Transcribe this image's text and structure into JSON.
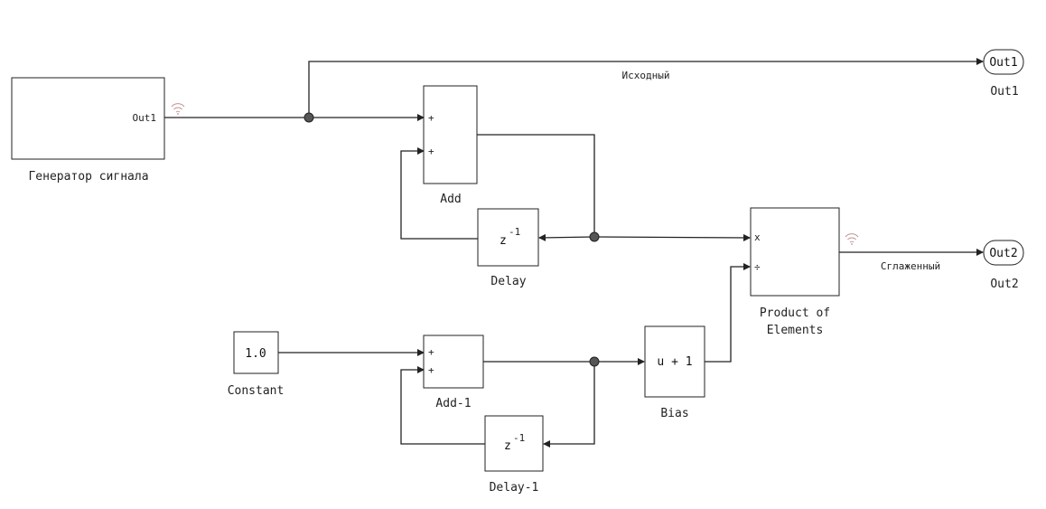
{
  "blocks": {
    "generator": {
      "label": "Генератор сигнала",
      "port": "Out1"
    },
    "add": {
      "label": "Add",
      "in1": "+",
      "in2": "+"
    },
    "delay": {
      "label": "Delay",
      "text": "z",
      "exp": "-1"
    },
    "product": {
      "label_line1": "Product of",
      "label_line2": "Elements",
      "in1": "x",
      "in2": "÷"
    },
    "constant": {
      "label": "Constant",
      "value": "1.0"
    },
    "add1": {
      "label": "Add-1",
      "in1": "+",
      "in2": "+"
    },
    "delay1": {
      "label": "Delay-1",
      "text": "z",
      "exp": "-1"
    },
    "bias": {
      "label": "Bias",
      "text": "u + 1"
    },
    "out1": {
      "label": "Out1",
      "text": "Out1"
    },
    "out2": {
      "label": "Out2",
      "text": "Out2"
    }
  },
  "signals": {
    "source": "Исходный",
    "smoothed": "Сглаженный"
  },
  "icons": {
    "logging": "wireless-signal-icon"
  }
}
